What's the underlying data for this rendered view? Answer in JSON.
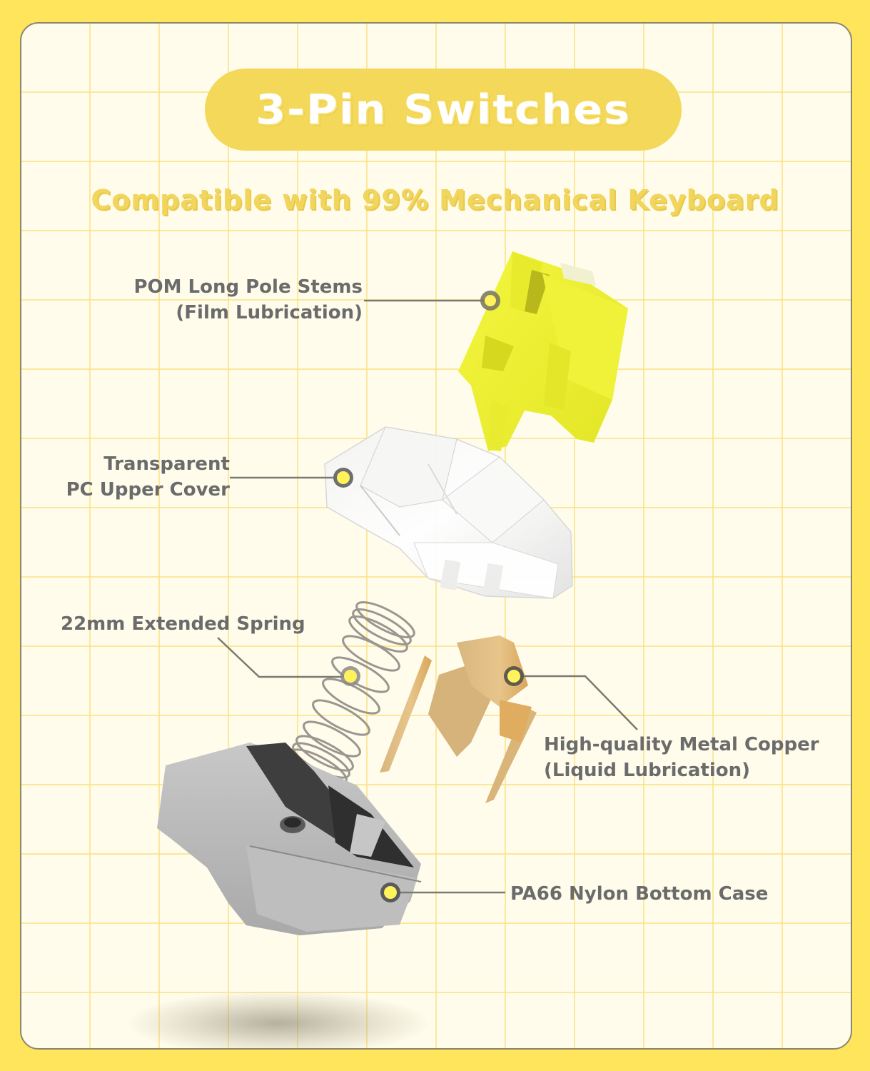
{
  "header": {
    "title": "3-Pin Switches",
    "subtitle": "Compatible with 99% Mechanical Keyboard"
  },
  "callouts": [
    {
      "id": "stem",
      "lines": [
        "POM Long Pole Stems",
        "(Film Lubrication)"
      ],
      "part": "yellow stem"
    },
    {
      "id": "upper-cover",
      "lines": [
        "Transparent",
        "PC Upper Cover"
      ],
      "part": "clear top housing"
    },
    {
      "id": "spring",
      "lines": [
        "22mm Extended Spring"
      ],
      "part": "spring"
    },
    {
      "id": "copper",
      "lines": [
        "High-quality Metal Copper",
        "(Liquid Lubrication)"
      ],
      "part": "gold contacts"
    },
    {
      "id": "bottom-case",
      "lines": [
        "PA66 Nylon Bottom Case"
      ],
      "part": "gray bottom housing"
    }
  ],
  "colors": {
    "background": "#FFE55C",
    "panel": "#FFFCEC",
    "grid": "#FAE282",
    "pill": "#F3D85A",
    "subtitle": "#F1D55C",
    "label_text": "#6B6B6B",
    "leader_line": "#7A7A72",
    "marker_fill": "#FFF25A",
    "stem": "#EEF032",
    "copper": "#D9B67A",
    "bottom_case": "#B9B9B9"
  }
}
